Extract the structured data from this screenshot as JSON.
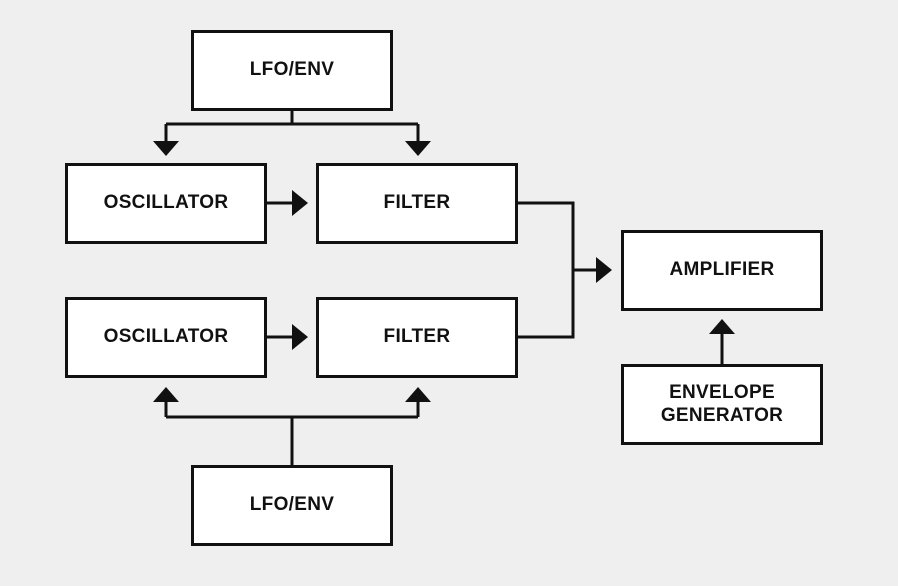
{
  "diagram": {
    "lfo_top": "LFO/ENV",
    "oscillator_1": "OSCILLATOR",
    "filter_1": "FILTER",
    "oscillator_2": "OSCILLATOR",
    "filter_2": "FILTER",
    "lfo_bottom": "LFO/ENV",
    "amplifier": "AMPLIFIER",
    "envelope_generator": "ENVELOPE\nGENERATOR"
  },
  "colors": {
    "background": "#efefef",
    "block_fill": "#ffffff",
    "line": "#111111"
  }
}
